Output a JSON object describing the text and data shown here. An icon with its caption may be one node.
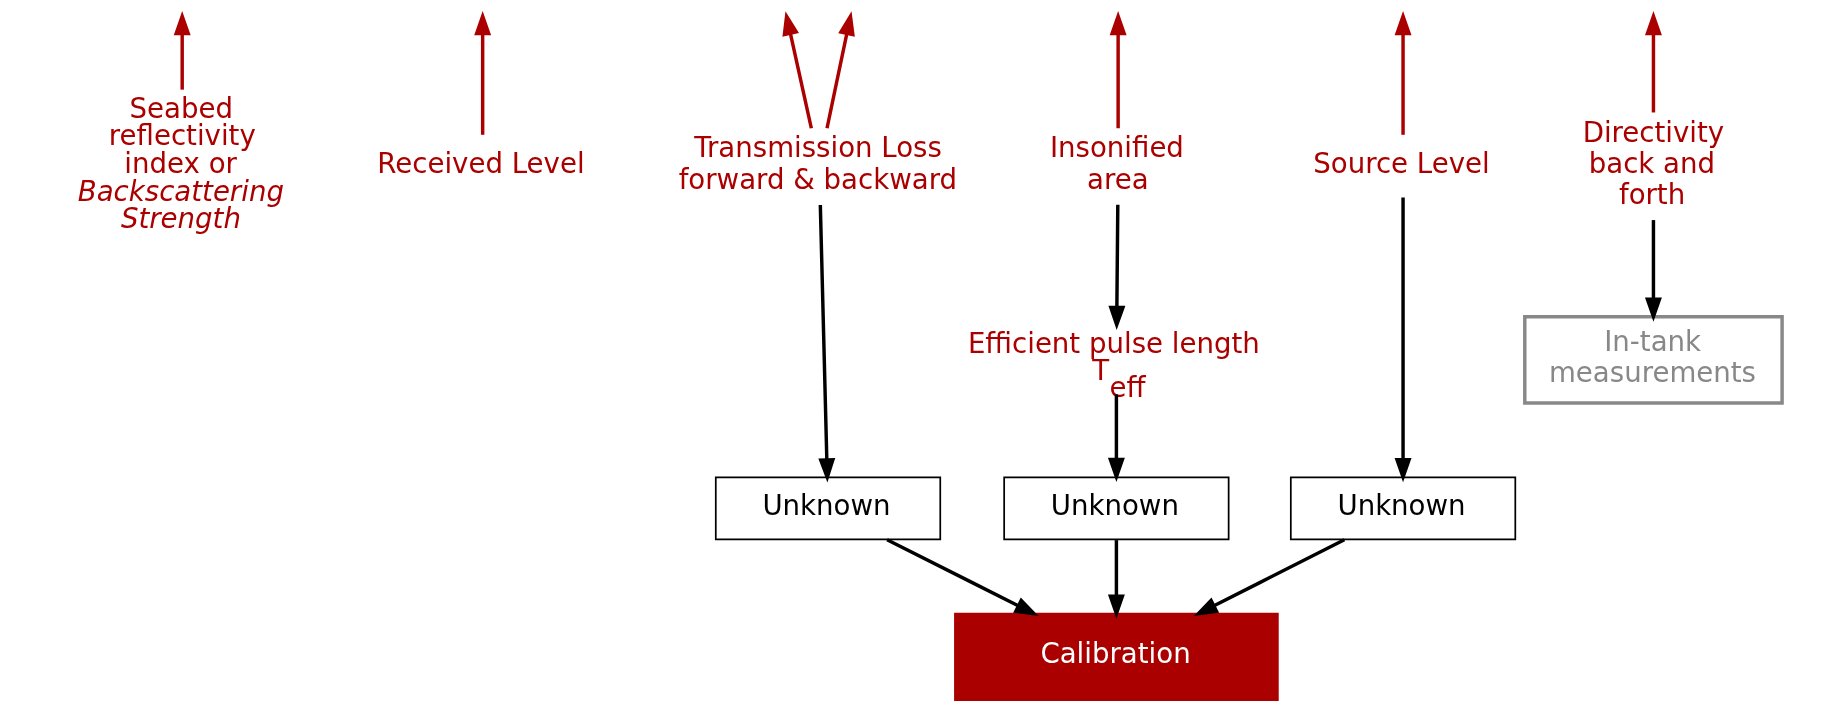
{
  "diagram": {
    "nodes": [
      {
        "text": [
          "Seabed reflectivity index or *Backscattering Strength*"
        ]
      },
      {
        "text": [
          "Received Level"
        ]
      },
      {
        "text": [
          "Source Level"
        ]
      },
      {
        "text": [
          "Directivity back and forth"
        ]
      },
      {
        "text": [
          "Transmission Loss forward & backward"
        ]
      },
      {
        "text": [
          "Insonified area"
        ]
      },
      {
        "text": [
          "In-tank measurements"
        ]
      },
      {
        "text": [
          "Efficient pulse length T$_{eff}$"
        ]
      },
      {
        "text": [
          "Unknown"
        ]
      },
      {
        "text": [
          "Unknown"
        ]
      },
      {
        "text": [
          "Unknown"
        ]
      },
      {
        "text": [
          "Calibration"
        ]
      }
    ],
    "edges": [
      {
        "from": 0,
        "to": null,
        "arrow": "to",
        "color": "#aa0000"
      },
      {
        "from": 1,
        "to": null,
        "arrow": "to",
        "color": "#aa0000"
      },
      {
        "from": 2,
        "to": null,
        "arrow": "to",
        "color": "#aa0000"
      },
      {
        "from": 3,
        "to": null,
        "arrow": "to",
        "color": "#aa0000"
      },
      {
        "from": 4,
        "to": null,
        "arrow": "to",
        "color": "#aa0000"
      },
      {
        "from": 4,
        "to": null,
        "arrow": "to",
        "color": "#aa0000"
      },
      {
        "from": 5,
        "to": null,
        "arrow": "to",
        "color": "#aa0000"
      },
      {
        "from": 2,
        "to": 8,
        "arrow": "to"
      },
      {
        "from": 3,
        "to": 6,
        "arrow": "to"
      },
      {
        "from": 4,
        "to": 9,
        "arrow": "to"
      },
      {
        "from": 5,
        "to": 7,
        "arrow": "to"
      },
      {
        "from": 7,
        "to": 10,
        "arrow": "to"
      },
      {
        "from": 8,
        "to": 11,
        "arrow": "to"
      },
      {
        "from": 9,
        "to": 11,
        "arrow": "to"
      },
      {
        "from": 10,
        "to": 11,
        "arrow": "to"
      }
    ]
  }
}
